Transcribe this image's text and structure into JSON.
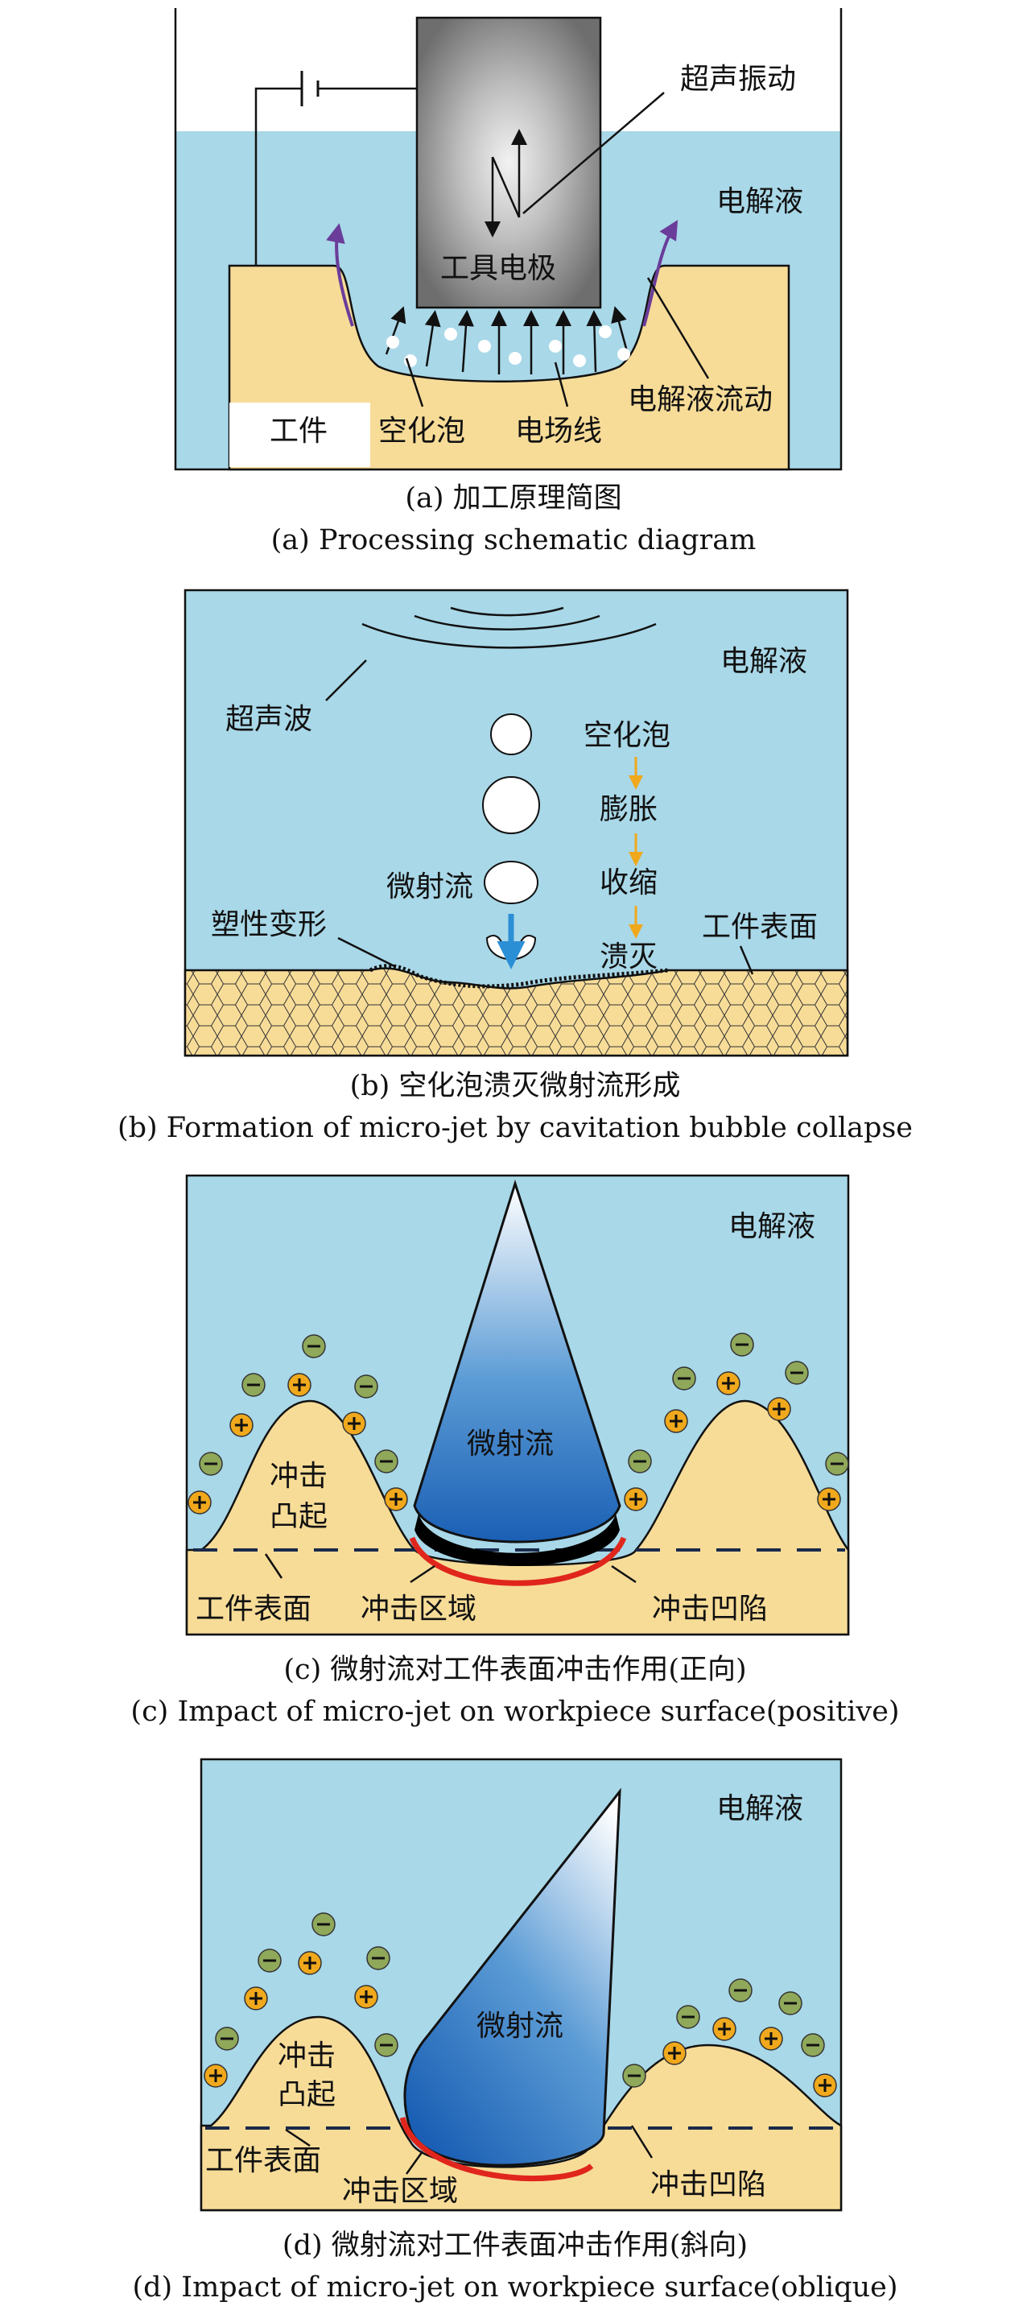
{
  "panel_a": {
    "ultrasonic_vibration": "超声振动",
    "electrolyte": "电解液",
    "tool_electrode": "工具电极",
    "electrolyte_flow": "电解液流动",
    "workpiece": "工件",
    "cavitation_bubble": "空化泡",
    "field_lines": "电场线",
    "caption_cn": "(a) 加工原理简图",
    "caption_en": "(a) Processing schematic diagram"
  },
  "panel_b": {
    "electrolyte": "电解液",
    "ultrasonic_wave": "超声波",
    "cavitation_bubble": "空化泡",
    "expansion": "膨胀",
    "contraction": "收缩",
    "collapse": "溃灭",
    "micro_jet": "微射流",
    "plastic_deformation": "塑性变形",
    "workpiece_surface": "工件表面",
    "caption_cn": "(b) 空化泡溃灭微射流形成",
    "caption_en": "(b) Formation of micro-jet by cavitation bubble collapse"
  },
  "panel_c": {
    "electrolyte": "电解液",
    "micro_jet": "微射流",
    "impact_bulge_1": "冲击",
    "impact_bulge_2": "凸起",
    "workpiece_surface": "工件表面",
    "impact_area": "冲击区域",
    "impact_dent": "冲击凹陷",
    "caption_cn": "(c) 微射流对工件表面冲击作用(正向)",
    "caption_en": "(c) Impact of micro-jet on workpiece surface(positive)"
  },
  "panel_d": {
    "electrolyte": "电解液",
    "micro_jet": "微射流",
    "impact_bulge_1": "冲击",
    "impact_bulge_2": "凸起",
    "workpiece_surface": "工件表面",
    "impact_area": "冲击区域",
    "impact_dent": "冲击凹陷",
    "caption_cn": "(d) 微射流对工件表面冲击作用(斜向)",
    "caption_en": "(d) Impact of micro-jet on workpiece surface(oblique)"
  },
  "colors": {
    "electrolyte": "#a9d8e8",
    "workpiece": "#f7dc98",
    "flow_arrow": "#6a3d9a",
    "impact_red": "#e0261c",
    "ion_green": "#8fa85a",
    "ion_orange": "#f0a81c"
  }
}
